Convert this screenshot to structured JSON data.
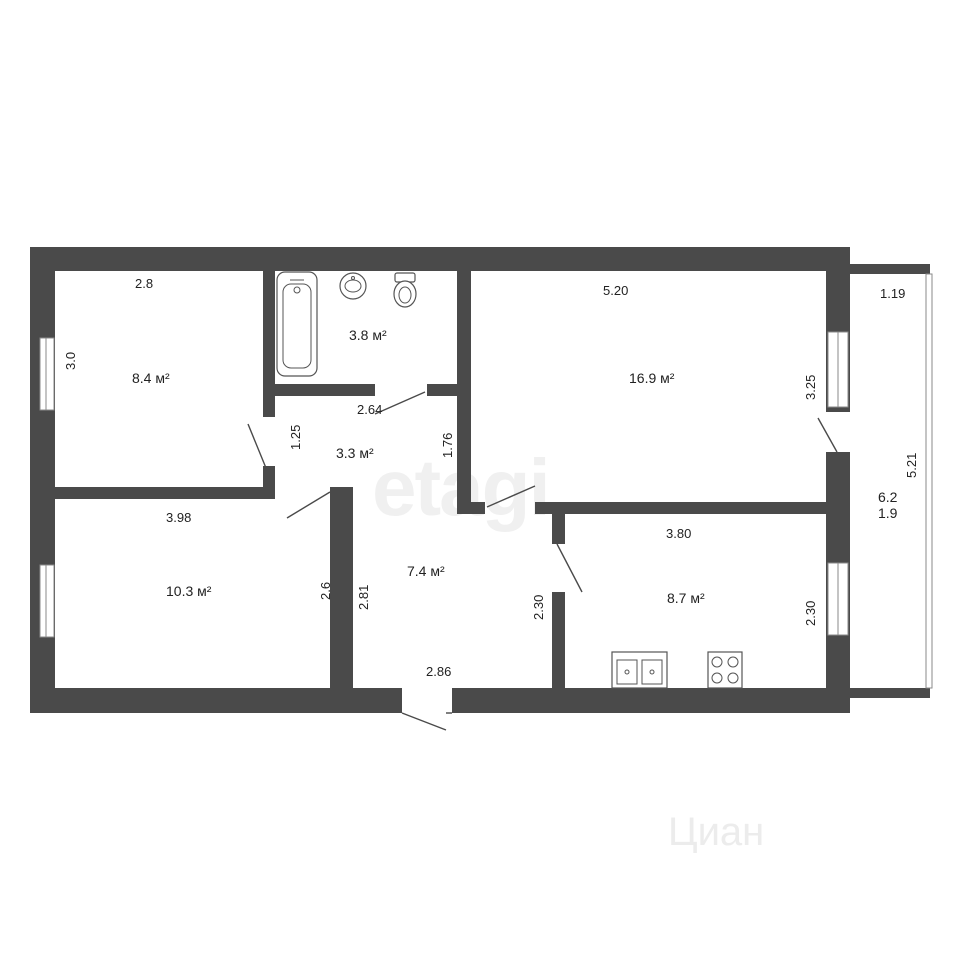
{
  "rooms": [
    {
      "id": "bedroom1",
      "area": "8.4 м²"
    },
    {
      "id": "bathroom",
      "area": "3.8 м²"
    },
    {
      "id": "living",
      "area": "16.9 м²"
    },
    {
      "id": "corridor",
      "area": "3.3 м²"
    },
    {
      "id": "bedroom2",
      "area": "10.3 м²"
    },
    {
      "id": "hall",
      "area": "7.4 м²"
    },
    {
      "id": "kitchen",
      "area": "8.7 м²"
    },
    {
      "id": "balcony",
      "area": "6.2",
      "area2": "1.9"
    }
  ],
  "dimensions": {
    "d_2_8": "2.8",
    "d_3_0": "3.0",
    "d_5_20": "5.20",
    "d_3_25": "3.25",
    "d_1_19": "1.19",
    "d_5_21": "5.21",
    "d_2_64": "2.64",
    "d_1_25": "1.25",
    "d_1_76": "1.76",
    "d_3_98": "3.98",
    "d_2_6": "2.6",
    "d_2_81": "2.81",
    "d_2_30_hall": "2.30",
    "d_3_80": "3.80",
    "d_2_30_kitchen": "2.30",
    "d_2_86": "2.86"
  },
  "watermarks": {
    "etagi": "etagi",
    "cian": "Циан"
  },
  "icons": [
    "bathtub-icon",
    "sink-icon",
    "toilet-icon",
    "kitchen-sink-icon",
    "stove-icon"
  ],
  "colors": {
    "wall": "#4a4a4a",
    "background": "#ffffff"
  }
}
